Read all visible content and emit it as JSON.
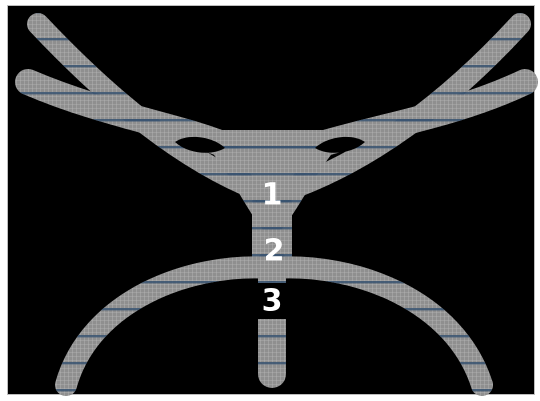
{
  "figure": {
    "background_color": "#000000",
    "structure_fill_color": "#8f8f8f",
    "stripe_color": "#34506e",
    "regions": [
      {
        "id": "region-1",
        "label": "1",
        "text_color": "#ffffff",
        "label_background": "none"
      },
      {
        "id": "region-2",
        "label": "2",
        "text_color": "#ffffff",
        "label_background": "none"
      },
      {
        "id": "region-3",
        "label": "3",
        "text_color": "#ffffff",
        "label_background": "#000000"
      }
    ]
  }
}
